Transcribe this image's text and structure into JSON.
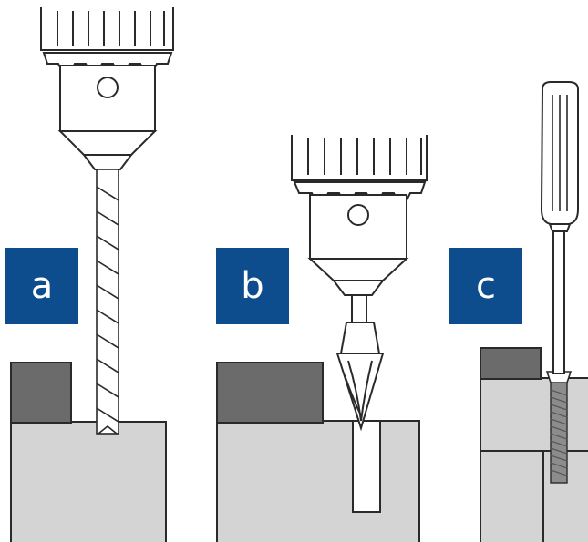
{
  "panels": [
    {
      "label": "a"
    },
    {
      "label": "b"
    },
    {
      "label": "c"
    }
  ],
  "colors": {
    "label_bg": "#0d4d8e",
    "label_text": "#ffffff",
    "workpiece": "#d4d4d4",
    "clamp": "#6b6b6b",
    "outline": "#2a2a2a",
    "chuck": "#ffffff",
    "screw_thread": "#8c8c8c"
  }
}
